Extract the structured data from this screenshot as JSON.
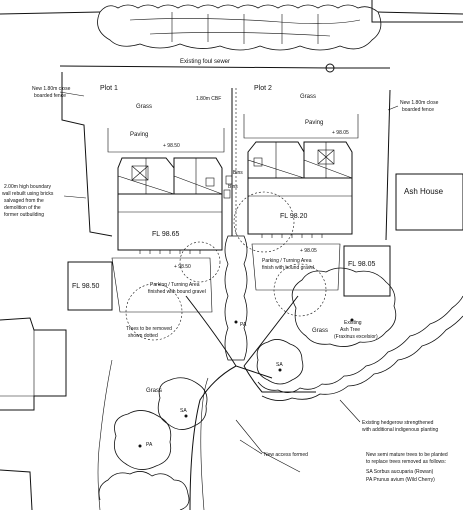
{
  "plan": {
    "plots": {
      "plot1": "Plot 1",
      "plot2": "Plot 2"
    },
    "floor_levels": {
      "plot1_house": "FL 98.65",
      "plot2_house": "FL 98.20",
      "outbuilding_left": "FL 98.50",
      "outbuilding_right": "FL 98.05"
    },
    "labels": {
      "existing_foul_sewer": "Existing foul sewer",
      "fence_left": "New 1.80m close boarded fence",
      "fence_right": "New 1.80m close boarded fence",
      "cbf": "1.80m CBF",
      "grass_1": "Grass",
      "grass_2": "Grass",
      "grass_3": "Grass",
      "grass_4": "Grass",
      "paving_1": "Paving",
      "paving_2": "Paving",
      "level_1": "+ 98.50",
      "level_2": "+ 98.05",
      "bins_1": "Bins",
      "bins_2": "Bins",
      "boundary_wall": "2.00m high boundary wall rebuilt using bricks salvaged from the demolition of the former outbuilding",
      "ash_house": "Ash House",
      "level_3": "+ 98.50",
      "level_4": "+ 98.05",
      "parking_1": "Parking / Turning Area finished with bound gravel",
      "parking_2": "Parking / Turning Area finish with bound gravel",
      "trees_removed": "Trees to be removed shown dotted",
      "pa_1": "PA",
      "existing_ash": "Existing Ash Tree (Fraxinus excelsior)",
      "sa_1": "SA",
      "hedgerow": "Existing hedgerow strengthened with additional indigenous planting",
      "new_access": "New access formed",
      "sa_2": "SA",
      "pa_2": "PA",
      "tree_note": "New semi mature trees to be planted to replace trees removed as follows:",
      "key_sa": "SA  Sorbus aucuparia (Rowan)",
      "key_pa": "PA  Prunus avium (Wild Cherry)"
    }
  }
}
